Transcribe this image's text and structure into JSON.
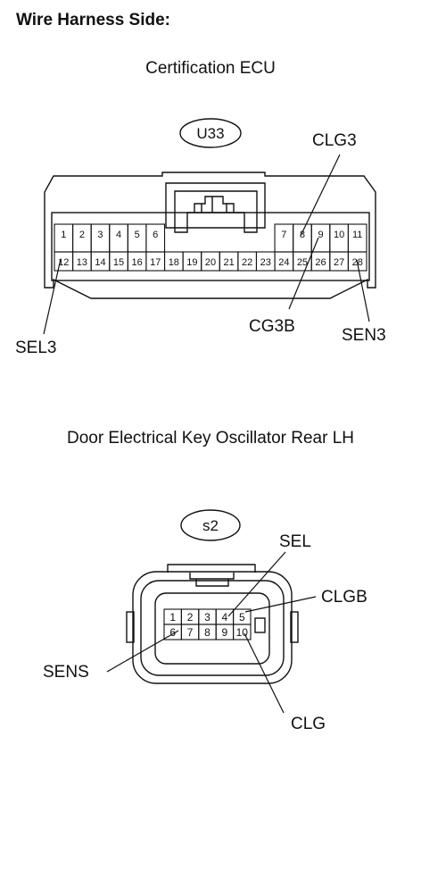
{
  "heading": "Wire Harness Side:",
  "connector1": {
    "title": "Certification ECU",
    "code": "U33",
    "top_row": [
      "1",
      "2",
      "3",
      "4",
      "5",
      "6",
      "7",
      "8",
      "9",
      "10",
      "11"
    ],
    "bottom_row": [
      "12",
      "13",
      "14",
      "15",
      "16",
      "17",
      "18",
      "19",
      "20",
      "21",
      "22",
      "23",
      "24",
      "25",
      "26",
      "27",
      "28"
    ],
    "labels": {
      "clg3": "CLG3",
      "sel3": "SEL3",
      "cg3b": "CG3B",
      "sen3": "SEN3"
    }
  },
  "connector2": {
    "title": "Door Electrical Key Oscillator Rear LH",
    "code": "s2",
    "top_row": [
      "1",
      "2",
      "3",
      "4",
      "5"
    ],
    "bottom_row": [
      "6",
      "7",
      "8",
      "9",
      "10"
    ],
    "labels": {
      "sel": "SEL",
      "clgb": "CLGB",
      "sens": "SENS",
      "clg": "CLG"
    }
  }
}
